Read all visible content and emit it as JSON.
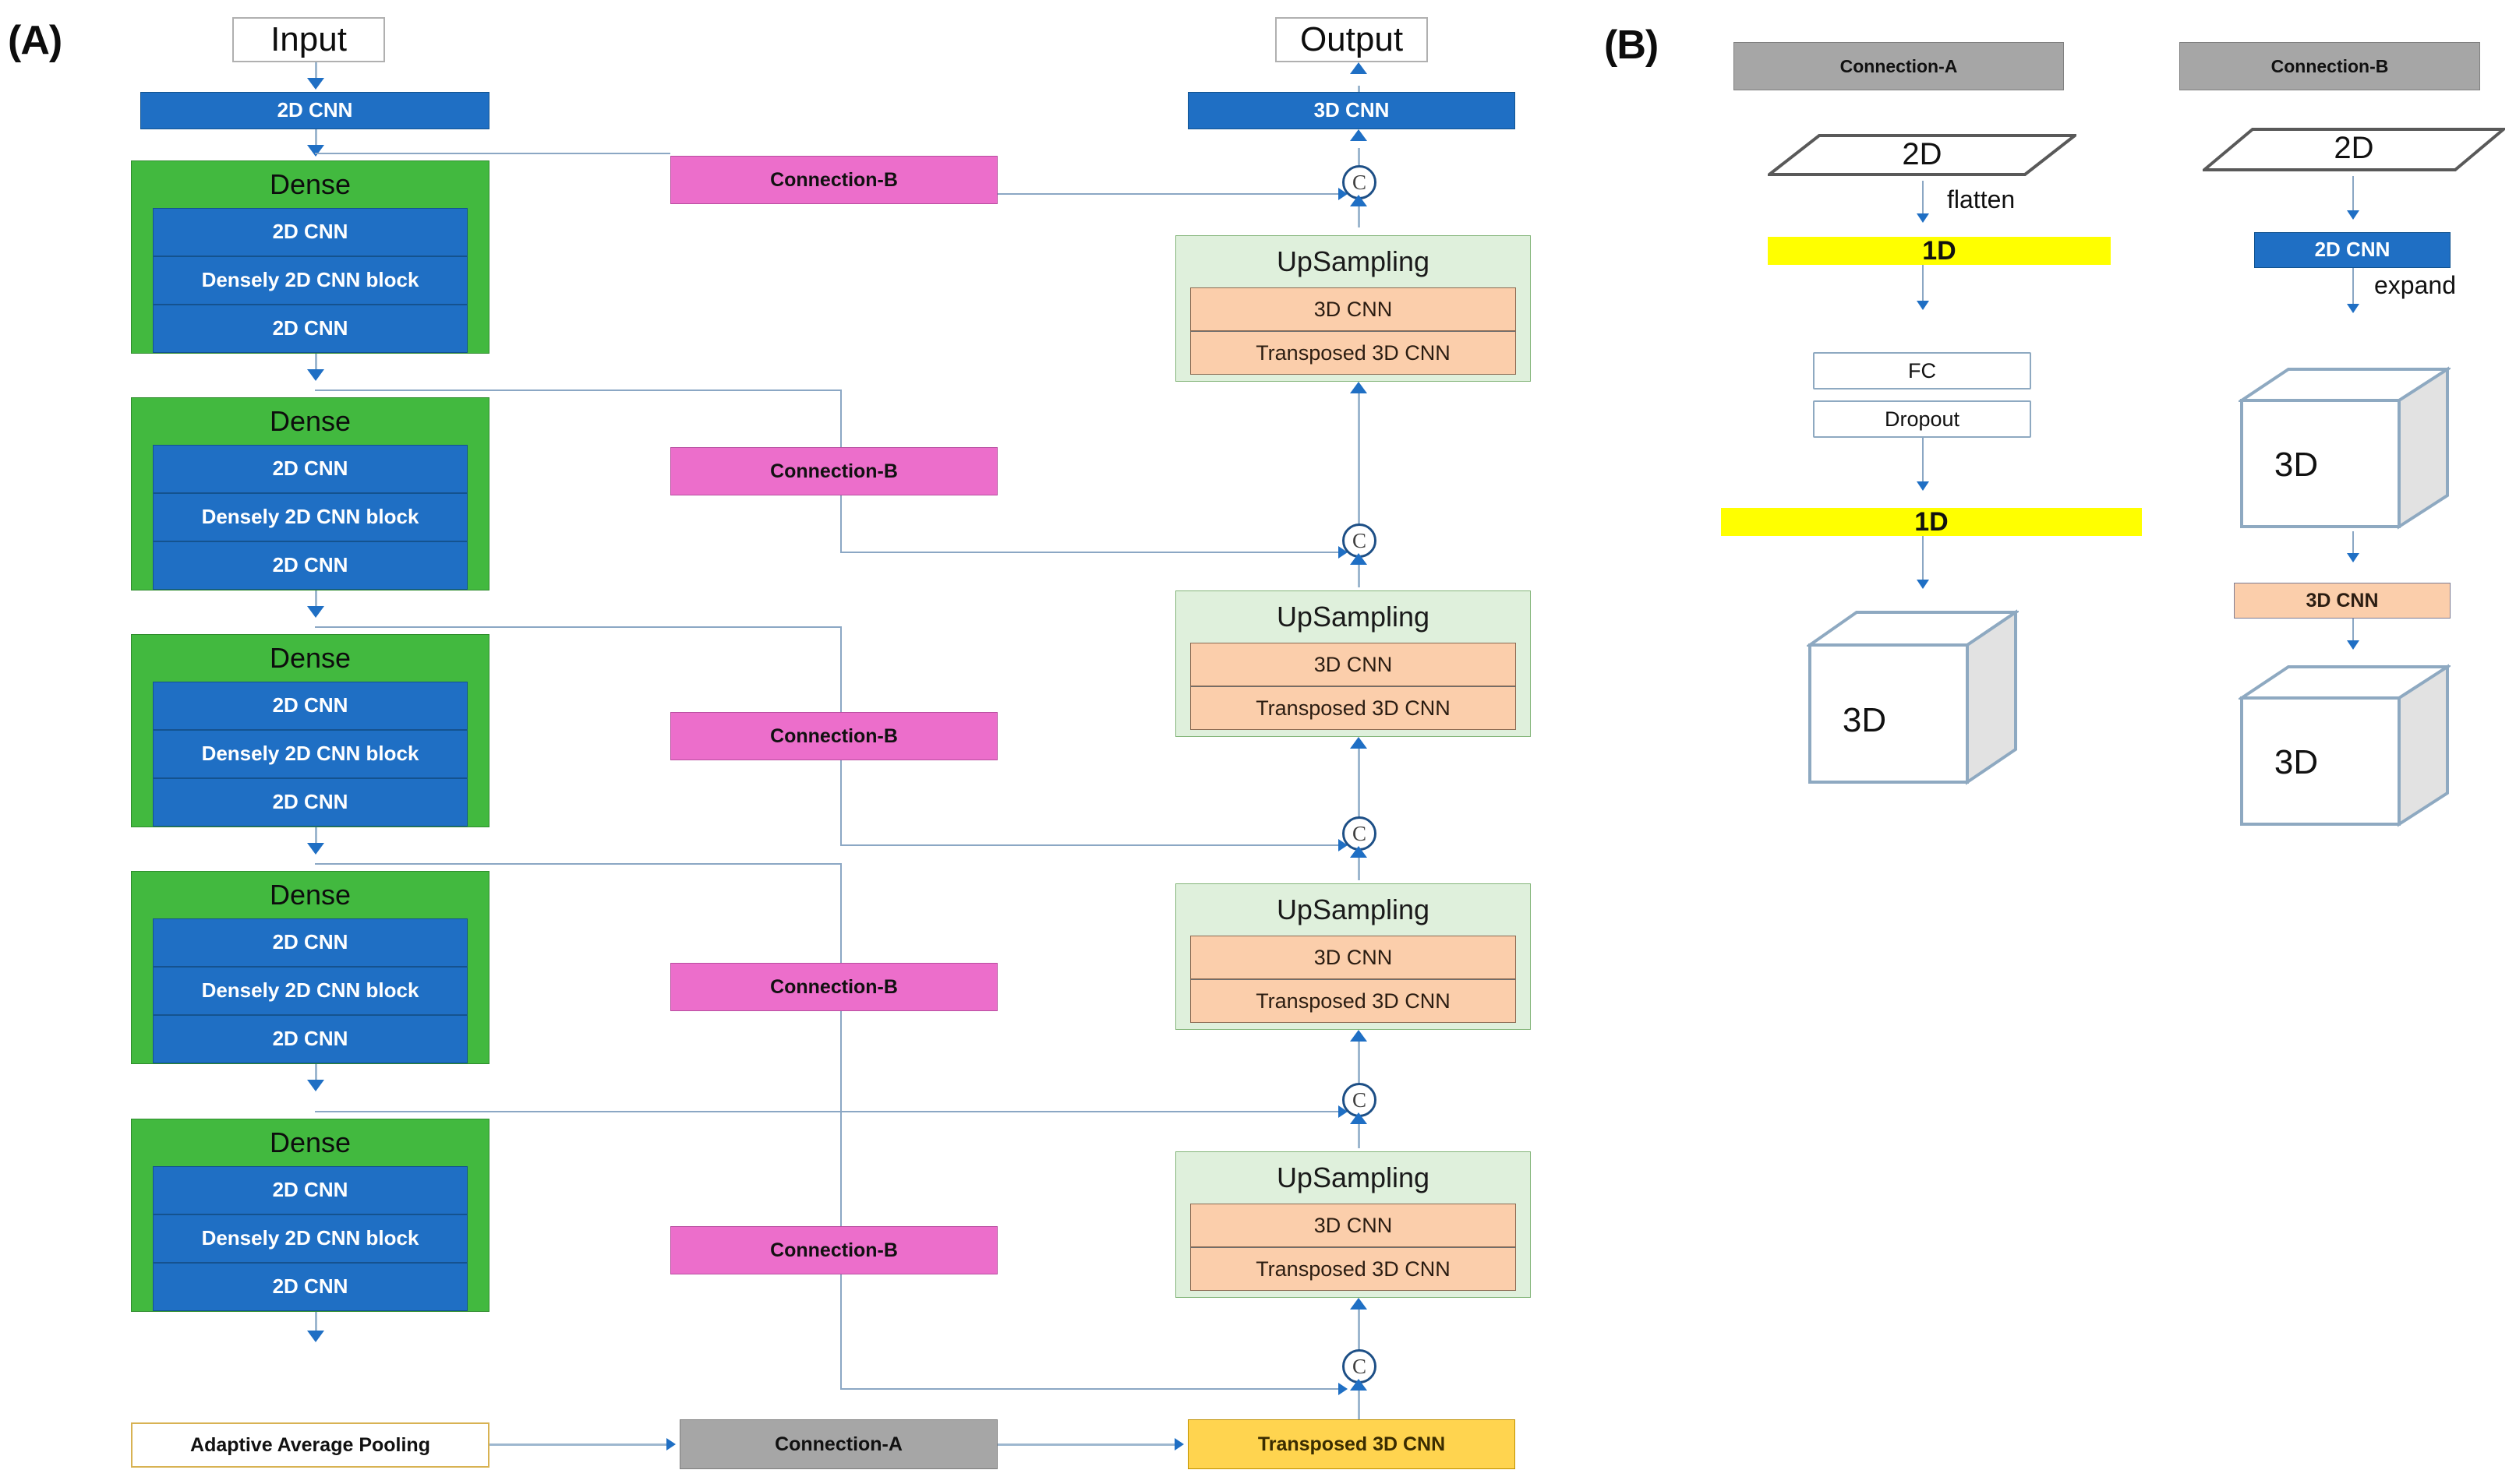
{
  "figure": {
    "panels": [
      {
        "id": "A",
        "label": "(A)"
      },
      {
        "id": "B",
        "label": "(B)"
      }
    ]
  },
  "panelA": {
    "label": "(A)",
    "input_label": "Input",
    "output_label": "Output",
    "encoder": {
      "stem_label": "2D CNN",
      "dense_blocks": [
        {
          "title": "Dense",
          "layers": [
            "2D CNN",
            "Densely 2D CNN block",
            "2D CNN"
          ]
        },
        {
          "title": "Dense",
          "layers": [
            "2D CNN",
            "Densely 2D CNN block",
            "2D CNN"
          ]
        },
        {
          "title": "Dense",
          "layers": [
            "2D CNN",
            "Densely 2D CNN block",
            "2D CNN"
          ]
        },
        {
          "title": "Dense",
          "layers": [
            "2D CNN",
            "Densely 2D CNN block",
            "2D CNN"
          ]
        },
        {
          "title": "Dense",
          "layers": [
            "2D CNN",
            "Densely 2D CNN block",
            "2D CNN"
          ]
        }
      ],
      "pooling_label": "Adaptive Average Pooling"
    },
    "skips": [
      {
        "label": "Connection-B"
      },
      {
        "label": "Connection-B"
      },
      {
        "label": "Connection-B"
      },
      {
        "label": "Connection-B"
      },
      {
        "label": "Connection-B"
      }
    ],
    "bottleneck": {
      "label": "Connection-A"
    },
    "decoder": {
      "head_label": "3D CNN",
      "bottom_label": "Transposed 3D CNN",
      "upsampling_blocks": [
        {
          "title": "UpSampling",
          "layers": [
            "3D CNN",
            "Transposed 3D CNN"
          ]
        },
        {
          "title": "UpSampling",
          "layers": [
            "3D CNN",
            "Transposed 3D CNN"
          ]
        },
        {
          "title": "UpSampling",
          "layers": [
            "3D CNN",
            "Transposed 3D CNN"
          ]
        },
        {
          "title": "UpSampling",
          "layers": [
            "3D CNN",
            "Transposed 3D CNN"
          ]
        }
      ],
      "concat_symbol": "C",
      "concat_count": 5
    }
  },
  "panelB": {
    "label": "(B)",
    "connectionA": {
      "header": "Connection-A",
      "input_shape": "2D",
      "edge1": "flatten",
      "vec1": "1D",
      "fc": "FC",
      "dropout": "Dropout",
      "vec2": "1D",
      "output_shape": "3D"
    },
    "connectionB": {
      "header": "Connection-B",
      "input_shape": "2D",
      "conv": "2D CNN",
      "edge1": "expand",
      "volume1": "3D",
      "conv3d": "3D CNN",
      "volume2": "3D"
    }
  },
  "colors": {
    "blue": "#1f6fc4",
    "green": "#42b93f",
    "pink": "#ec6ecb",
    "gray": "#a6a6a6",
    "yellow": "#ffd44f",
    "highlight_yellow": "#ffff00",
    "light_green": "#dff0dc",
    "peach": "#fbceab",
    "connector": "#9db7cf",
    "arrow": "#1f6fc4"
  }
}
